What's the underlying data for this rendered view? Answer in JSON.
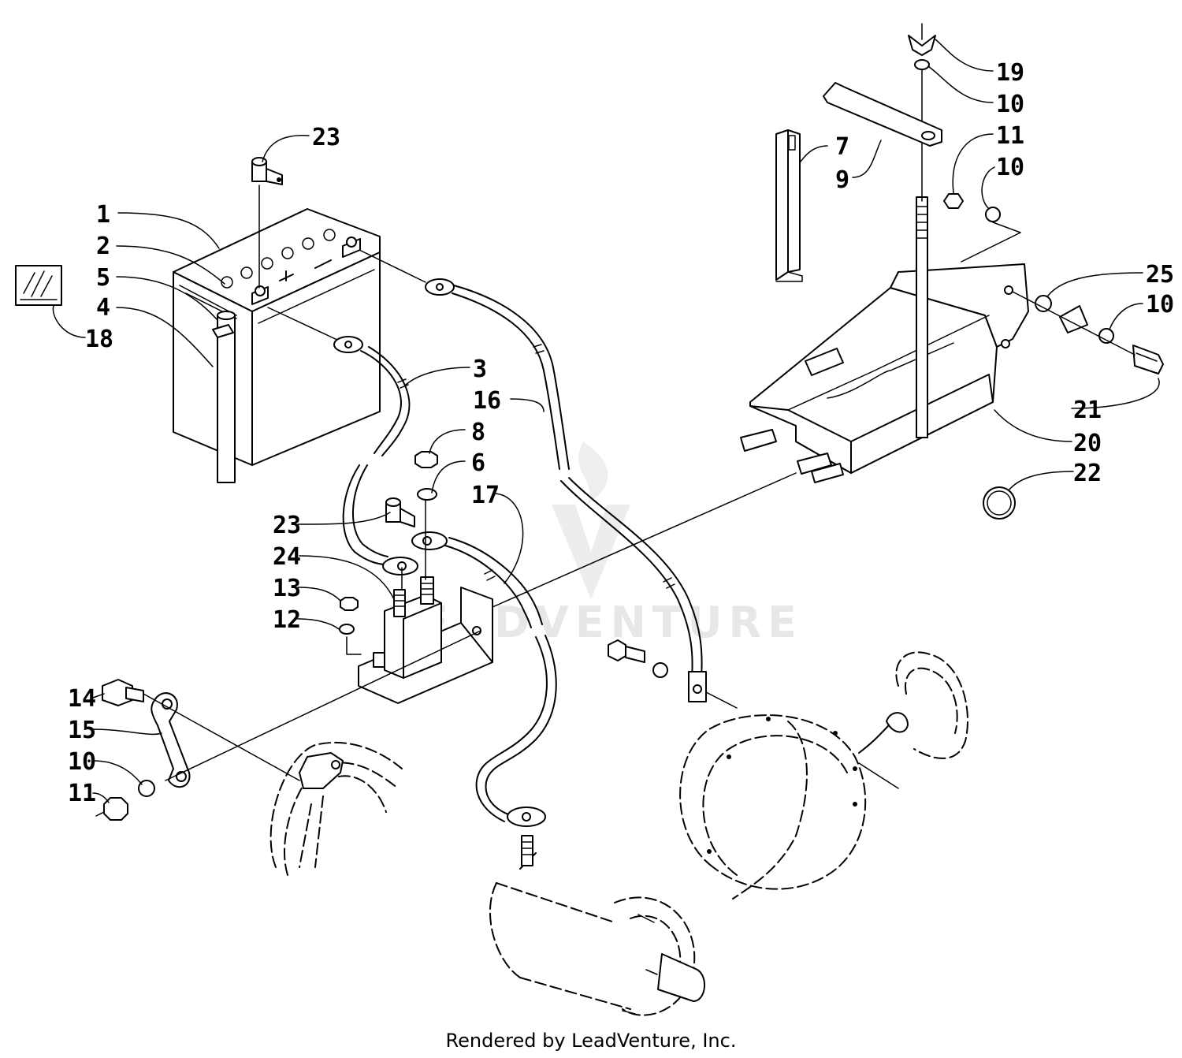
{
  "watermark": {
    "text": "LEADVENTURE"
  },
  "footer": {
    "text": "Rendered by LeadVenture, Inc."
  },
  "callouts": [
    {
      "id": "c1",
      "label": "1"
    },
    {
      "id": "c2",
      "label": "2"
    },
    {
      "id": "c5",
      "label": "5"
    },
    {
      "id": "c4",
      "label": "4"
    },
    {
      "id": "c18",
      "label": "18"
    },
    {
      "id": "c23a",
      "label": "23"
    },
    {
      "id": "c3",
      "label": "3"
    },
    {
      "id": "c16",
      "label": "16"
    },
    {
      "id": "c8",
      "label": "8"
    },
    {
      "id": "c6",
      "label": "6"
    },
    {
      "id": "c17",
      "label": "17"
    },
    {
      "id": "c23b",
      "label": "23"
    },
    {
      "id": "c24",
      "label": "24"
    },
    {
      "id": "c13",
      "label": "13"
    },
    {
      "id": "c12",
      "label": "12"
    },
    {
      "id": "c14",
      "label": "14"
    },
    {
      "id": "c15",
      "label": "15"
    },
    {
      "id": "c10a",
      "label": "10"
    },
    {
      "id": "c11a",
      "label": "11"
    },
    {
      "id": "c19",
      "label": "19"
    },
    {
      "id": "c10b",
      "label": "10"
    },
    {
      "id": "c11b",
      "label": "11"
    },
    {
      "id": "c10c",
      "label": "10"
    },
    {
      "id": "c7",
      "label": "7"
    },
    {
      "id": "c9",
      "label": "9"
    },
    {
      "id": "c25",
      "label": "25"
    },
    {
      "id": "c10d",
      "label": "10"
    },
    {
      "id": "c21",
      "label": "21"
    },
    {
      "id": "c20",
      "label": "20"
    },
    {
      "id": "c22",
      "label": "22"
    }
  ]
}
